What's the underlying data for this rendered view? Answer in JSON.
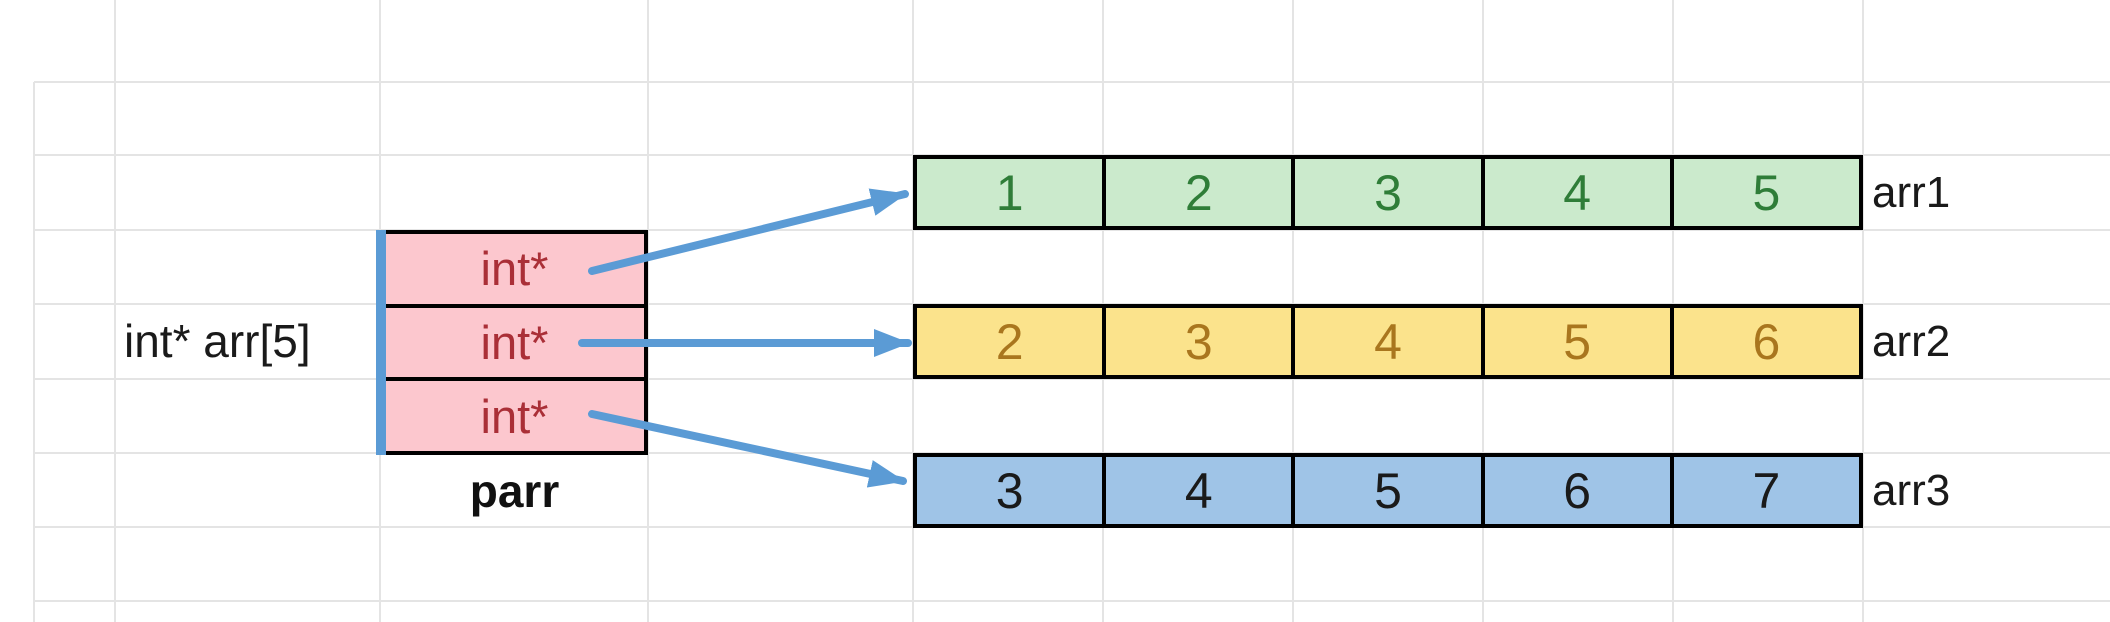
{
  "diagram": {
    "pointer_declaration_label": "int* arr[5]",
    "pointer_box": {
      "name_label": "parr",
      "cells": [
        "int*",
        "int*",
        "int*"
      ]
    },
    "arrays": [
      {
        "label": "arr1",
        "values": [
          "1",
          "2",
          "3",
          "4",
          "5"
        ],
        "fill": "#CBEACC",
        "text_color": "#2F7D38"
      },
      {
        "label": "arr2",
        "values": [
          "2",
          "3",
          "4",
          "5",
          "6"
        ],
        "fill": "#FBE38C",
        "text_color": "#A9761E"
      },
      {
        "label": "arr3",
        "values": [
          "3",
          "4",
          "5",
          "6",
          "7"
        ],
        "fill": "#9FC4E7",
        "text_color": "#1A1A1A"
      }
    ],
    "arrows": [
      {
        "from": "parr-cell-0",
        "to": "arr1"
      },
      {
        "from": "parr-cell-1",
        "to": "arr2"
      },
      {
        "from": "parr-cell-2",
        "to": "arr3"
      }
    ],
    "colors": {
      "arrow": "#5B9BD5",
      "grid": "#E4E4E4",
      "border": "#000000",
      "pointer_fill": "#FCC7CE",
      "pointer_text": "#AA2F37"
    }
  }
}
